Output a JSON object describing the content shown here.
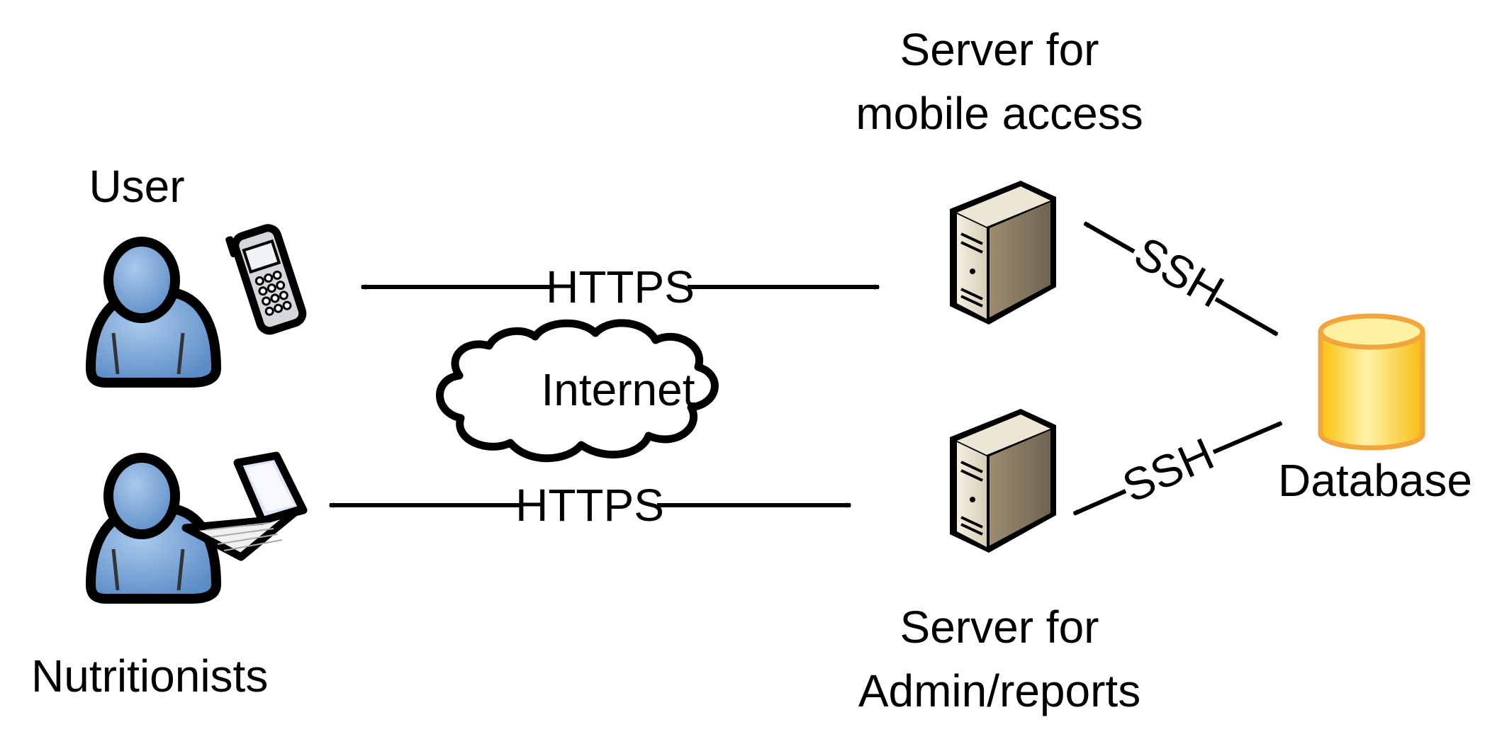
{
  "labels": {
    "user": "User",
    "nutritionists": "Nutritionists",
    "server_mobile_line1": "Server for",
    "server_mobile_line2": "mobile access",
    "server_admin_line1": "Server for",
    "server_admin_line2": "Admin/reports",
    "database": "Database",
    "internet": "Internet",
    "https_top": "HTTPS",
    "https_bottom": "HTTPS",
    "ssh_top": "SSH",
    "ssh_bottom": "SSH"
  },
  "icons": {
    "user": "user-icon",
    "phone": "mobile-phone-icon",
    "nutritionist": "user-icon",
    "laptop": "laptop-icon",
    "server_mobile": "server-tower-icon",
    "server_admin": "server-tower-icon",
    "database": "database-cylinder-icon",
    "internet": "cloud-icon"
  },
  "colors": {
    "person_fill": "#6e9fd3",
    "database_fill": "#f6c21c",
    "database_stroke": "#f0a63c",
    "server_face": "#e9e2d2",
    "outline": "#000000"
  }
}
